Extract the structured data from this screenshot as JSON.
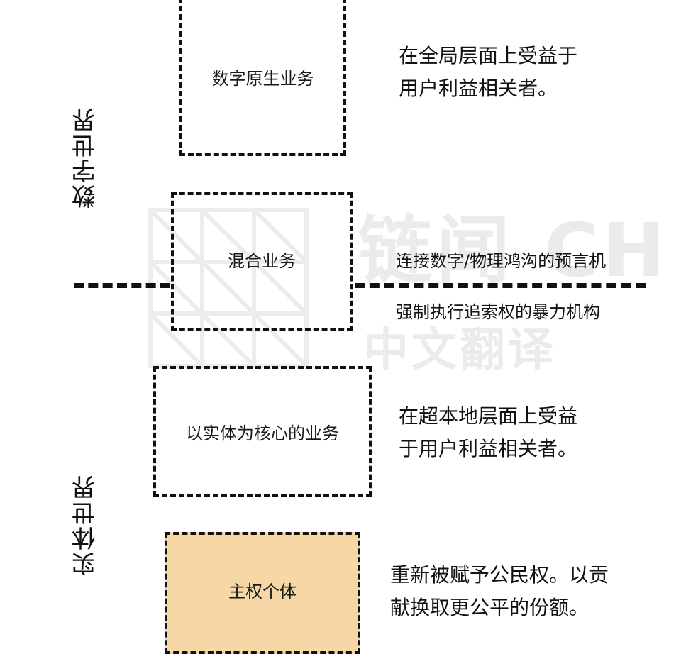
{
  "watermark": {
    "line1": "链闻 CH",
    "line2": "中文翻译"
  },
  "labels": {
    "digital_world": "数字世界",
    "physical_world": "实体世界"
  },
  "boxes": {
    "digital_native": "数字原生业务",
    "hybrid": "混合业务",
    "entity_centric": "以实体为核心的业务",
    "sovereign": "主权个体"
  },
  "descriptions": {
    "digital_native": [
      "在全局层面上受益于",
      "用户利益相关者。"
    ],
    "oracle": "连接数字/物理鸿沟的预言机",
    "enforcement": "强制执行追索权的暴力机构",
    "entity_centric": [
      "在超本地层面上受益",
      "于用户利益相关者。"
    ],
    "sovereign": [
      "重新被赋予公民权。以贡",
      "献换取更公平的份额。"
    ]
  },
  "colors": {
    "sovereign_fill": "#f6d7a5",
    "line": "#111111",
    "watermark": "#ebebeb"
  }
}
